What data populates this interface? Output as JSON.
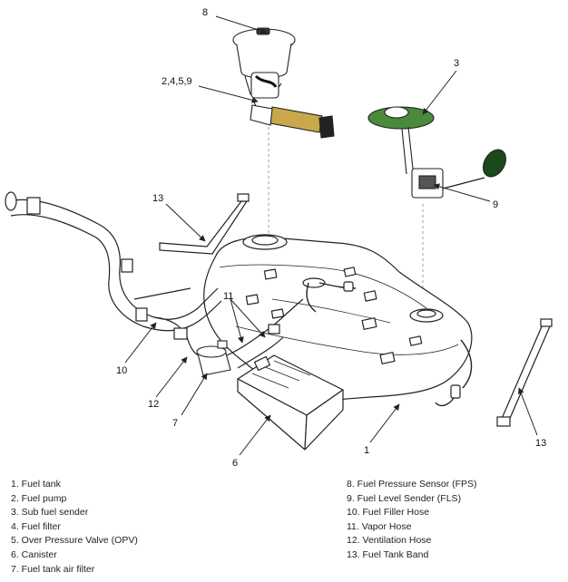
{
  "callouts": {
    "c1": "1",
    "c2459": "2,4,5,9",
    "c3": "3",
    "c6": "6",
    "c7": "7",
    "c8": "8",
    "c9": "9",
    "c10": "10",
    "c11": "11",
    "c12": "12",
    "c13a": "13",
    "c13b": "13"
  },
  "legend": {
    "left": [
      "1. Fuel tank",
      "2. Fuel pump",
      "3. Sub fuel sender",
      "4. Fuel filter",
      "5. Over Pressure Valve (OPV)",
      "6. Canister",
      "7. Fuel tank air filter"
    ],
    "right": [
      "8. Fuel Pressure Sensor (FPS)",
      "9. Fuel Level Sender (FLS)",
      "10. Fuel Filler Hose",
      "11. Vapor Hose",
      "12. Ventilation Hose",
      "13. Fuel Tank Band"
    ]
  },
  "colors": {
    "line": "#222222",
    "pump_body": "#c8a84a",
    "sender_plate": "#4a8a3a",
    "float": "#1a4a1a"
  }
}
